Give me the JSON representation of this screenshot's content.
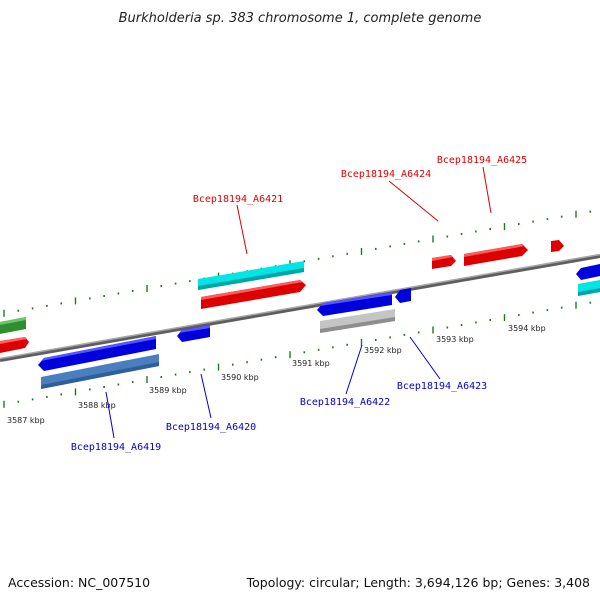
{
  "title": "Burkholderia sp. 383 chromosome 1, complete genome",
  "footer": {
    "accession": "Accession: NC_007510",
    "summary": "Topology: circular; Length: 3,694,126 bp; Genes: 3,408"
  },
  "colors": {
    "backbone": "#8a8a8a",
    "tick": "#1f7a1f",
    "forward_label": "#dd0000",
    "reverse_label": "#0000cc"
  },
  "kbp_labels": [
    "3587 kbp",
    "3588 kbp",
    "3589 kbp",
    "3590 kbp",
    "3591 kbp",
    "3592 kbp",
    "3593 kbp",
    "3594 kbp"
  ],
  "gene_labels": [
    {
      "text": "Bcep18194_A6425",
      "strand": "forward"
    },
    {
      "text": "Bcep18194_A6424",
      "strand": "forward"
    },
    {
      "text": "Bcep18194_A6421",
      "strand": "forward"
    },
    {
      "text": "Bcep18194_A6423",
      "strand": "reverse"
    },
    {
      "text": "Bcep18194_A6422",
      "strand": "reverse"
    },
    {
      "text": "Bcep18194_A6420",
      "strand": "reverse"
    },
    {
      "text": "Bcep18194_A6419",
      "strand": "reverse"
    }
  ]
}
